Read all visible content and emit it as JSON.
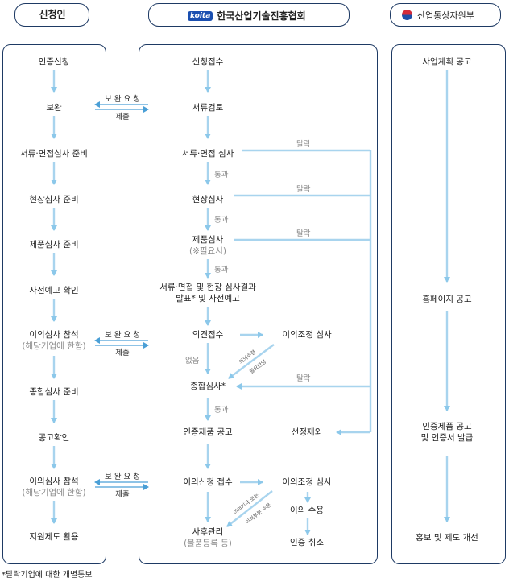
{
  "columns": {
    "applicant": {
      "title": "신청인"
    },
    "koita": {
      "logo": "koita",
      "title": "한국산업기술진흥협회"
    },
    "ministry": {
      "emblem": "korea-emblem-icon",
      "title": "산업통상자원부"
    }
  },
  "applicant_steps": [
    {
      "label": "인증신청"
    },
    {
      "label": "보완"
    },
    {
      "label": "서류·면접심사 준비"
    },
    {
      "label": "현장심사 준비"
    },
    {
      "label": "제품심사 준비"
    },
    {
      "label": "사전예고 확인"
    },
    {
      "label": "이의심사 참석",
      "note": "(해당기업에 한함)"
    },
    {
      "label": "종합심사 준비"
    },
    {
      "label": "공고확인"
    },
    {
      "label": "이의심사 참석",
      "note": "(해당기업에 한함)"
    },
    {
      "label": "지원제도 활용"
    }
  ],
  "exchange_labels": [
    {
      "top": "보 완 요 청",
      "bottom": "제출"
    },
    {
      "top": "보 완 요 청",
      "bottom": "제출"
    },
    {
      "top": "보 완 요 청",
      "bottom": "제출"
    }
  ],
  "koita_steps": {
    "s1": "신청접수",
    "s2": "서류검토",
    "s3": "서류·면접 심사",
    "s4": "현장심사",
    "s5": "제품심사",
    "s5_note": "(※필요시)",
    "s6a": "서류·면접 및 현장 심사결과",
    "s6b": "발표* 및 사전예고",
    "s7": "의견접수",
    "s7b": "이의조정 심사",
    "s8": "종합심사*",
    "s9": "인증제품 공고",
    "s9b": "선정제외",
    "s10": "이의신청 접수",
    "s10b": "이의조정 심사",
    "s11b": "이의 수용",
    "s12": "사후관리",
    "s12_note": "(불품등록 등)",
    "s12b": "인증 취소"
  },
  "flow_labels": {
    "pass": "통과",
    "fail": "탈락",
    "none": "없음",
    "diag1a": "의의수렴",
    "diag1b": "필요반영",
    "diag2a": "이의기각 또는",
    "diag2b": "이의부분 수용"
  },
  "ministry_steps": [
    {
      "label": "사업계획 공고"
    },
    {
      "label": "홈페이지 공고"
    },
    {
      "label": "인증제품 공고",
      "label2": "및 인증서 발급"
    },
    {
      "label": "홍보 및 제도 개선"
    }
  ],
  "footnote": "*탈락기업에 대한 개별통보",
  "colors": {
    "frame": "#1e3a64",
    "arrow": "#a8d4ee",
    "arrow_dark": "#5aaee0",
    "text": "#222222",
    "muted": "#8a8a8a"
  }
}
